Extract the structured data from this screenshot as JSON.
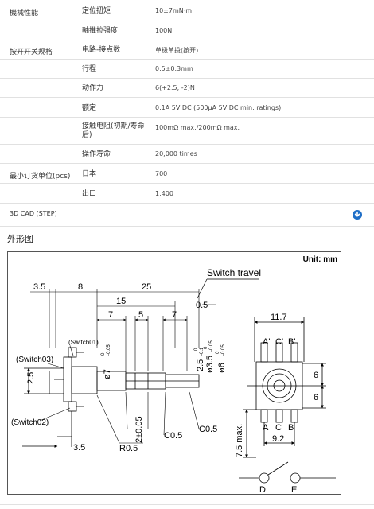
{
  "spec_rows": [
    {
      "group": "機械性能",
      "item": "定位扭矩",
      "value": "10±7mN·m"
    },
    {
      "group": "",
      "item": "軸推拉强度",
      "value": "100N"
    },
    {
      "group": "按开开关规格",
      "item": "电路-接点数",
      "value": "单极单投(按开)"
    },
    {
      "group": "",
      "item": "行程",
      "value": "0.5±0.3mm"
    },
    {
      "group": "",
      "item": "动作力",
      "value": "6(+2.5, -2)N"
    },
    {
      "group": "",
      "item": "额定",
      "value": "0.1A 5V DC (500μA 5V DC min. ratings)"
    },
    {
      "group": "",
      "item": "接触电阻(初期/寿命后)",
      "value": "100mΩ max./200mΩ max."
    },
    {
      "group": "",
      "item": "操作寿命",
      "value": "20,000 times"
    },
    {
      "group": "最小订货单位(pcs)",
      "item": "日本",
      "value": "700"
    },
    {
      "group": "",
      "item": "出口",
      "value": "1,400"
    }
  ],
  "cad": {
    "label": "3D CAD (STEP)",
    "icon": "download-icon",
    "icon_color": "#1f6fc7"
  },
  "section_title": "外形图",
  "drawing": {
    "unit": "Unit: mm",
    "switch_travel": "Switch travel",
    "switch01": "(Switch01)",
    "switch02": "(Switch02)",
    "switch03": "(Switch03)",
    "dims": {
      "d3_5_top": "3.5",
      "d8": "8",
      "d25": "25",
      "d15": "15",
      "d7a": "7",
      "d5": "5",
      "d7b": "7",
      "d0_5": "0.5",
      "d11_7": "11.7",
      "d2_5": "2.5",
      "d3_5_bot": "3.5",
      "dr0_5": "R0.5",
      "d2pm": "2±0.05",
      "dc0_5a": "C0.5",
      "dc0_5b": "C0.5",
      "d6a": "6",
      "d6b": "6",
      "d9_2": "9.2",
      "d7_5max": "7.5 max.",
      "phi7": "ø7",
      "phi7_tol": "-0.05",
      "phi7_tol0": "0",
      "phi6": "ø6",
      "phi6_tol": "-0.05",
      "phi6_tol0": "0",
      "phi3_5": "ø3.5",
      "phi3_5_tol": "-0.05",
      "phi3_5_tol0": "0",
      "d2_5v": "2.5",
      "d2_5v_tol": "-0.1",
      "d2_5v_tol0": "0"
    },
    "pins_top": [
      "A'",
      "C'",
      "B'"
    ],
    "pins_bottom": [
      "A",
      "C",
      "B"
    ],
    "switch_pins": [
      "D",
      "E"
    ]
  }
}
